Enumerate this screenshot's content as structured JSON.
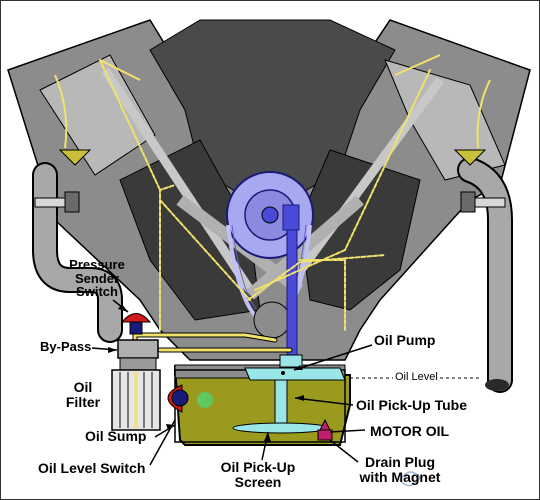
{
  "labels": {
    "pressure_sender_line1": "Pressure",
    "pressure_sender_line2": "Sender",
    "pressure_sender_line3": "Switch",
    "bypass": "By-Pass",
    "oil_filter_line1": "Oil",
    "oil_filter_line2": "Filter",
    "oil_sump": "Oil Sump",
    "oil_level_switch": "Oil Level Switch",
    "oil_pickup_screen_line1": "Oil Pick-Up",
    "oil_pickup_screen_line2": "Screen",
    "drain_plug_line1": "Drain Plug",
    "drain_plug_line2": "with Magnet",
    "oil_pump": "Oil Pump",
    "oil_level": "Oil Level",
    "oil_pickup_tube": "Oil Pick-Up Tube",
    "motor_oil": "MOTOR OIL"
  },
  "colors": {
    "engine_gray": "#8c8c8c",
    "engine_dark": "#4a4a4a",
    "oil_passage": "#f0e26a",
    "oil_fill": "#9a9a1e",
    "pump_blue": "#4a4ad8",
    "gear_lavender": "#a8a8f0",
    "pickup_cyan": "#9ae6e6",
    "switch_red": "#d01818",
    "switch_navy": "#1a1a78",
    "drain_magenta": "#c0206a"
  }
}
